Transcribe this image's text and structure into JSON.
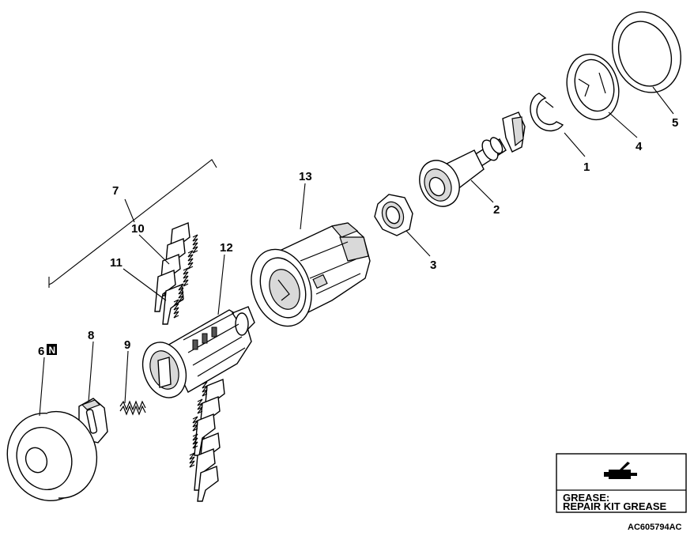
{
  "callouts": {
    "c1": "1",
    "c2": "2",
    "c3": "3",
    "c4": "4",
    "c5": "5",
    "c6": "6",
    "c6_badge": "N",
    "c7": "7",
    "c8": "8",
    "c9": "9",
    "c10": "10",
    "c11": "11",
    "c12": "12",
    "c13": "13"
  },
  "legend": {
    "line1": "GREASE:",
    "line2": "REPAIR KIT GREASE",
    "icon": "grease-gun-icon"
  },
  "figure_code": "AC605794AC"
}
